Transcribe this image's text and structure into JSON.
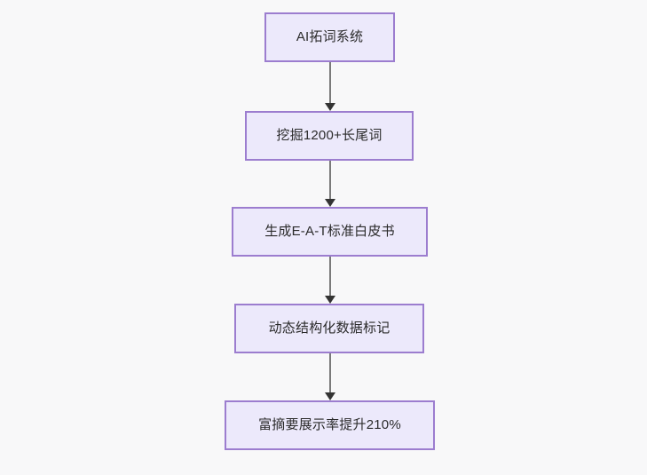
{
  "diagram": {
    "type": "flowchart",
    "orientation": "top-to-bottom",
    "background_color": "#f8f8f9",
    "node_fill_color": "#ece9fb",
    "node_border_color": "#9c7dcf",
    "node_text_color": "#2b2b2b",
    "edge_line_color": "#7a7a7a",
    "edge_arrow_color": "#333333",
    "nodes": [
      {
        "id": "n0",
        "label": "AI拓词系统"
      },
      {
        "id": "n1",
        "label": "挖掘1200+长尾词"
      },
      {
        "id": "n2",
        "label": "生成E-A-T标准白皮书"
      },
      {
        "id": "n3",
        "label": "动态结构化数据标记"
      },
      {
        "id": "n4",
        "label": "富摘要展示率提升210%"
      }
    ],
    "edges": [
      {
        "from": "n0",
        "to": "n1",
        "label": "",
        "arrow": "arrow-down-icon"
      },
      {
        "from": "n1",
        "to": "n2",
        "label": "",
        "arrow": "arrow-down-icon"
      },
      {
        "from": "n2",
        "to": "n3",
        "label": "",
        "arrow": "arrow-down-icon"
      },
      {
        "from": "n3",
        "to": "n4",
        "label": "",
        "arrow": "arrow-down-icon"
      }
    ]
  }
}
